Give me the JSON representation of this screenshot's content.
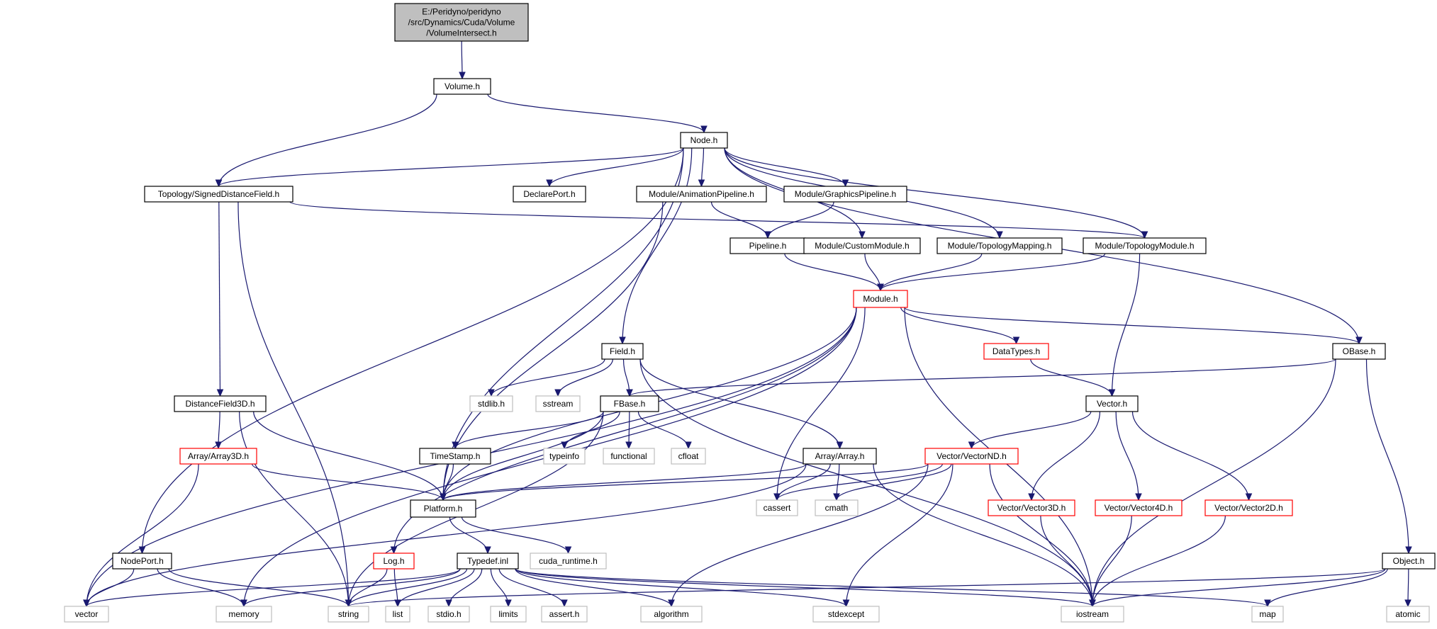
{
  "nodes": [
    {
      "id": "root",
      "lines": [
        "E:/Peridyno/peridyno",
        "/src/Dynamics/Cuda/Volume",
        "/VolumeIntersect.h"
      ],
      "style": "root"
    },
    {
      "id": "volume",
      "lines": [
        "Volume.h"
      ],
      "style": "normal"
    },
    {
      "id": "node",
      "lines": [
        "Node.h"
      ],
      "style": "normal"
    },
    {
      "id": "sdf",
      "lines": [
        "Topology/SignedDistanceField.h"
      ],
      "style": "normal"
    },
    {
      "id": "declareport",
      "lines": [
        "DeclarePort.h"
      ],
      "style": "normal"
    },
    {
      "id": "animpipe",
      "lines": [
        "Module/AnimationPipeline.h"
      ],
      "style": "normal"
    },
    {
      "id": "gfxpipe",
      "lines": [
        "Module/GraphicsPipeline.h"
      ],
      "style": "normal"
    },
    {
      "id": "pipeline",
      "lines": [
        "Pipeline.h"
      ],
      "style": "normal"
    },
    {
      "id": "custommod",
      "lines": [
        "Module/CustomModule.h"
      ],
      "style": "normal"
    },
    {
      "id": "topomap",
      "lines": [
        "Module/TopologyMapping.h"
      ],
      "style": "normal"
    },
    {
      "id": "topomod",
      "lines": [
        "Module/TopologyModule.h"
      ],
      "style": "normal"
    },
    {
      "id": "module",
      "lines": [
        "Module.h"
      ],
      "style": "red"
    },
    {
      "id": "field",
      "lines": [
        "Field.h"
      ],
      "style": "normal"
    },
    {
      "id": "datatypes",
      "lines": [
        "DataTypes.h"
      ],
      "style": "red"
    },
    {
      "id": "obase",
      "lines": [
        "OBase.h"
      ],
      "style": "normal"
    },
    {
      "id": "df3d",
      "lines": [
        "DistanceField3D.h"
      ],
      "style": "normal"
    },
    {
      "id": "stdlib",
      "lines": [
        "stdlib.h"
      ],
      "style": "ext"
    },
    {
      "id": "sstream",
      "lines": [
        "sstream"
      ],
      "style": "ext"
    },
    {
      "id": "fbase",
      "lines": [
        "FBase.h"
      ],
      "style": "normal"
    },
    {
      "id": "vector_h",
      "lines": [
        "Vector.h"
      ],
      "style": "normal"
    },
    {
      "id": "array3d",
      "lines": [
        "Array/Array3D.h"
      ],
      "style": "red"
    },
    {
      "id": "timestamp",
      "lines": [
        "TimeStamp.h"
      ],
      "style": "normal"
    },
    {
      "id": "typeinfo",
      "lines": [
        "typeinfo"
      ],
      "style": "ext"
    },
    {
      "id": "functional",
      "lines": [
        "functional"
      ],
      "style": "ext"
    },
    {
      "id": "cfloat",
      "lines": [
        "cfloat"
      ],
      "style": "ext"
    },
    {
      "id": "array",
      "lines": [
        "Array/Array.h"
      ],
      "style": "normal"
    },
    {
      "id": "vectornd",
      "lines": [
        "Vector/VectorND.h"
      ],
      "style": "red"
    },
    {
      "id": "platform",
      "lines": [
        "Platform.h"
      ],
      "style": "normal"
    },
    {
      "id": "cassert",
      "lines": [
        "cassert"
      ],
      "style": "ext"
    },
    {
      "id": "cmath",
      "lines": [
        "cmath"
      ],
      "style": "ext"
    },
    {
      "id": "vec3d",
      "lines": [
        "Vector/Vector3D.h"
      ],
      "style": "red"
    },
    {
      "id": "vec4d",
      "lines": [
        "Vector/Vector4D.h"
      ],
      "style": "red"
    },
    {
      "id": "vec2d",
      "lines": [
        "Vector/Vector2D.h"
      ],
      "style": "red"
    },
    {
      "id": "nodeport",
      "lines": [
        "NodePort.h"
      ],
      "style": "normal"
    },
    {
      "id": "log",
      "lines": [
        "Log.h"
      ],
      "style": "red"
    },
    {
      "id": "typedef",
      "lines": [
        "Typedef.inl"
      ],
      "style": "normal"
    },
    {
      "id": "cudaruntime",
      "lines": [
        "cuda_runtime.h"
      ],
      "style": "ext"
    },
    {
      "id": "object",
      "lines": [
        "Object.h"
      ],
      "style": "normal"
    },
    {
      "id": "vector",
      "lines": [
        "vector"
      ],
      "style": "ext"
    },
    {
      "id": "memory",
      "lines": [
        "memory"
      ],
      "style": "ext"
    },
    {
      "id": "string",
      "lines": [
        "string"
      ],
      "style": "ext"
    },
    {
      "id": "list",
      "lines": [
        "list"
      ],
      "style": "ext"
    },
    {
      "id": "stdio",
      "lines": [
        "stdio.h"
      ],
      "style": "ext"
    },
    {
      "id": "limits",
      "lines": [
        "limits"
      ],
      "style": "ext"
    },
    {
      "id": "assert",
      "lines": [
        "assert.h"
      ],
      "style": "ext"
    },
    {
      "id": "algorithm",
      "lines": [
        "algorithm"
      ],
      "style": "ext"
    },
    {
      "id": "stdexcept",
      "lines": [
        "stdexcept"
      ],
      "style": "ext"
    },
    {
      "id": "iostream",
      "lines": [
        "iostream"
      ],
      "style": "ext"
    },
    {
      "id": "map",
      "lines": [
        "map"
      ],
      "style": "ext"
    },
    {
      "id": "atomic",
      "lines": [
        "atomic"
      ],
      "style": "ext"
    }
  ],
  "edges": [
    [
      "root",
      "volume"
    ],
    [
      "volume",
      "node"
    ],
    [
      "volume",
      "sdf"
    ],
    [
      "node",
      "sdf"
    ],
    [
      "node",
      "declareport"
    ],
    [
      "node",
      "animpipe"
    ],
    [
      "node",
      "gfxpipe"
    ],
    [
      "node",
      "custommod"
    ],
    [
      "node",
      "topomap"
    ],
    [
      "node",
      "topomod"
    ],
    [
      "node",
      "field"
    ],
    [
      "node",
      "obase"
    ],
    [
      "node",
      "nodeport"
    ],
    [
      "node",
      "platform"
    ],
    [
      "sdf",
      "df3d"
    ],
    [
      "sdf",
      "topomod"
    ],
    [
      "sdf",
      "string"
    ],
    [
      "animpipe",
      "pipeline"
    ],
    [
      "animpipe",
      "platform"
    ],
    [
      "gfxpipe",
      "pipeline"
    ],
    [
      "pipeline",
      "module"
    ],
    [
      "custommod",
      "module"
    ],
    [
      "topomap",
      "module"
    ],
    [
      "topomod",
      "module"
    ],
    [
      "topomod",
      "vector_h"
    ],
    [
      "module",
      "datatypes"
    ],
    [
      "module",
      "obase"
    ],
    [
      "module",
      "log"
    ],
    [
      "module",
      "vector"
    ],
    [
      "module",
      "memory"
    ],
    [
      "module",
      "platform"
    ],
    [
      "module",
      "cassert"
    ],
    [
      "module",
      "iostream"
    ],
    [
      "field",
      "stdlib"
    ],
    [
      "field",
      "sstream"
    ],
    [
      "field",
      "fbase"
    ],
    [
      "field",
      "array"
    ],
    [
      "field",
      "iostream"
    ],
    [
      "datatypes",
      "vector_h"
    ],
    [
      "obase",
      "fbase"
    ],
    [
      "obase",
      "object"
    ],
    [
      "obase",
      "iostream"
    ],
    [
      "df3d",
      "array3d"
    ],
    [
      "df3d",
      "platform"
    ],
    [
      "df3d",
      "string"
    ],
    [
      "fbase",
      "timestamp"
    ],
    [
      "fbase",
      "typeinfo"
    ],
    [
      "fbase",
      "functional"
    ],
    [
      "fbase",
      "cfloat"
    ],
    [
      "fbase",
      "platform"
    ],
    [
      "fbase",
      "string"
    ],
    [
      "vector_h",
      "vectornd"
    ],
    [
      "vector_h",
      "vec3d"
    ],
    [
      "vector_h",
      "vec4d"
    ],
    [
      "vector_h",
      "vec2d"
    ],
    [
      "array3d",
      "platform"
    ],
    [
      "array3d",
      "vector"
    ],
    [
      "timestamp",
      "platform"
    ],
    [
      "array",
      "platform"
    ],
    [
      "array",
      "cassert"
    ],
    [
      "array",
      "cmath"
    ],
    [
      "array",
      "vector"
    ],
    [
      "array",
      "iostream"
    ],
    [
      "vectornd",
      "platform"
    ],
    [
      "vectornd",
      "cassert"
    ],
    [
      "vectornd",
      "cmath"
    ],
    [
      "vectornd",
      "algorithm"
    ],
    [
      "vectornd",
      "stdexcept"
    ],
    [
      "vectornd",
      "iostream"
    ],
    [
      "platform",
      "typedef"
    ],
    [
      "platform",
      "cudaruntime"
    ],
    [
      "vec3d",
      "iostream"
    ],
    [
      "vec4d",
      "iostream"
    ],
    [
      "vec2d",
      "iostream"
    ],
    [
      "nodeport",
      "vector"
    ],
    [
      "nodeport",
      "memory"
    ],
    [
      "nodeport",
      "string"
    ],
    [
      "log",
      "string"
    ],
    [
      "log",
      "list"
    ],
    [
      "typedef",
      "vector"
    ],
    [
      "typedef",
      "memory"
    ],
    [
      "typedef",
      "string"
    ],
    [
      "typedef",
      "list"
    ],
    [
      "typedef",
      "stdio"
    ],
    [
      "typedef",
      "limits"
    ],
    [
      "typedef",
      "assert"
    ],
    [
      "typedef",
      "algorithm"
    ],
    [
      "typedef",
      "stdexcept"
    ],
    [
      "typedef",
      "iostream"
    ],
    [
      "typedef",
      "map"
    ],
    [
      "object",
      "string"
    ],
    [
      "object",
      "map"
    ],
    [
      "object",
      "atomic"
    ],
    [
      "object",
      "iostream"
    ]
  ]
}
